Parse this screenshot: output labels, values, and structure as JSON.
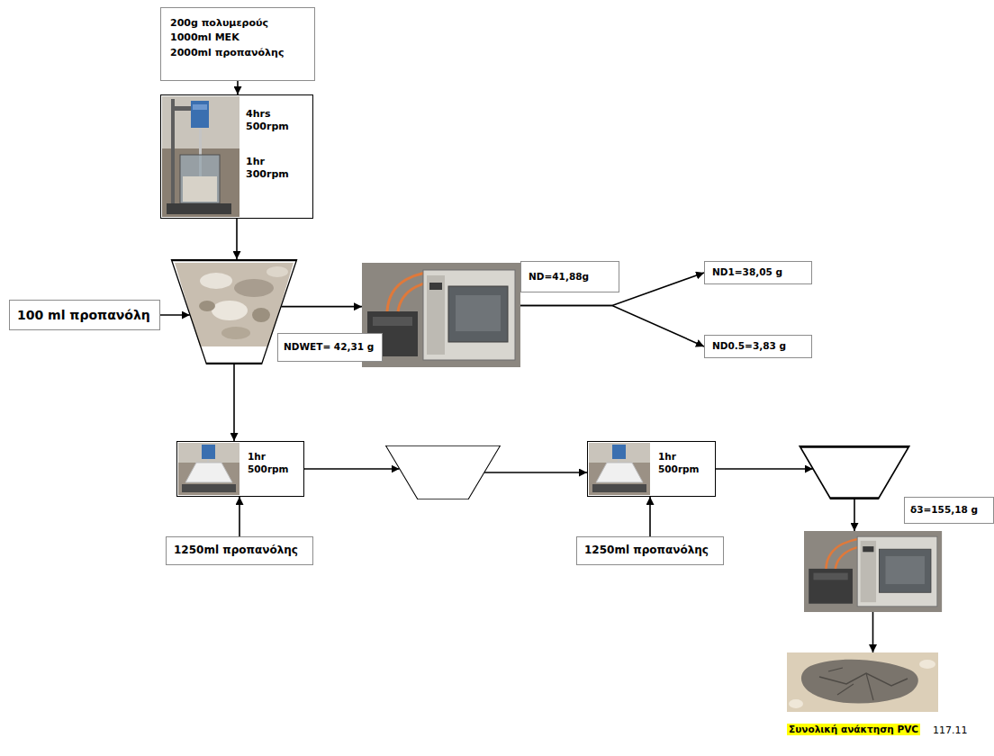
{
  "diagram": {
    "nodes": [
      {
        "text": [
          "200g πολυμερούς",
          "1000ml MEK",
          "2000ml προπανόλης"
        ]
      },
      {
        "text": [
          "4hrs 500rpm",
          "1hr 300rpm"
        ]
      },
      {
        "text": [
          "100 ml προπανόλη"
        ]
      },
      {
        "text": []
      },
      {
        "text": [
          "NDWET= 42,31 g"
        ]
      },
      {
        "text": []
      },
      {
        "text": [
          "ND=41,88g"
        ]
      },
      {
        "text": [
          "ND1=38,05 g"
        ]
      },
      {
        "text": [
          "ND0.5=3,83 g"
        ]
      },
      {
        "text": [
          "1hr 500rpm"
        ]
      },
      {
        "text": [
          "1250ml προπανόλης"
        ]
      },
      {
        "text": []
      },
      {
        "text": [
          "1hr 500rpm"
        ]
      },
      {
        "text": [
          "1250ml προπανόλης"
        ]
      },
      {
        "text": []
      },
      {
        "text": [
          "δ3=155,18 g"
        ]
      },
      {
        "text": []
      },
      {
        "text": []
      }
    ],
    "edges": [
      {
        "from": 0,
        "to": 1,
        "arrow": "to"
      },
      {
        "from": 1,
        "to": 3,
        "arrow": "to"
      },
      {
        "from": 2,
        "to": 3,
        "arrow": "to"
      },
      {
        "from": 3,
        "to": 5,
        "arrow": "to"
      },
      {
        "from": 5,
        "to": 7,
        "arrow": "to"
      },
      {
        "from": 5,
        "to": 8,
        "arrow": "to"
      },
      {
        "from": 3,
        "to": 9,
        "arrow": "to"
      },
      {
        "from": 10,
        "to": 9,
        "arrow": "to"
      },
      {
        "from": 9,
        "to": 11,
        "arrow": "to"
      },
      {
        "from": 11,
        "to": 12,
        "arrow": "to"
      },
      {
        "from": 13,
        "to": 12,
        "arrow": "to"
      },
      {
        "from": 12,
        "to": 14,
        "arrow": "to"
      },
      {
        "from": 14,
        "to": 16,
        "arrow": "to"
      },
      {
        "from": 16,
        "to": 17,
        "arrow": "to"
      }
    ],
    "labels": [
      "Συνολική ανάκτηση PVC",
      "117.11"
    ]
  }
}
